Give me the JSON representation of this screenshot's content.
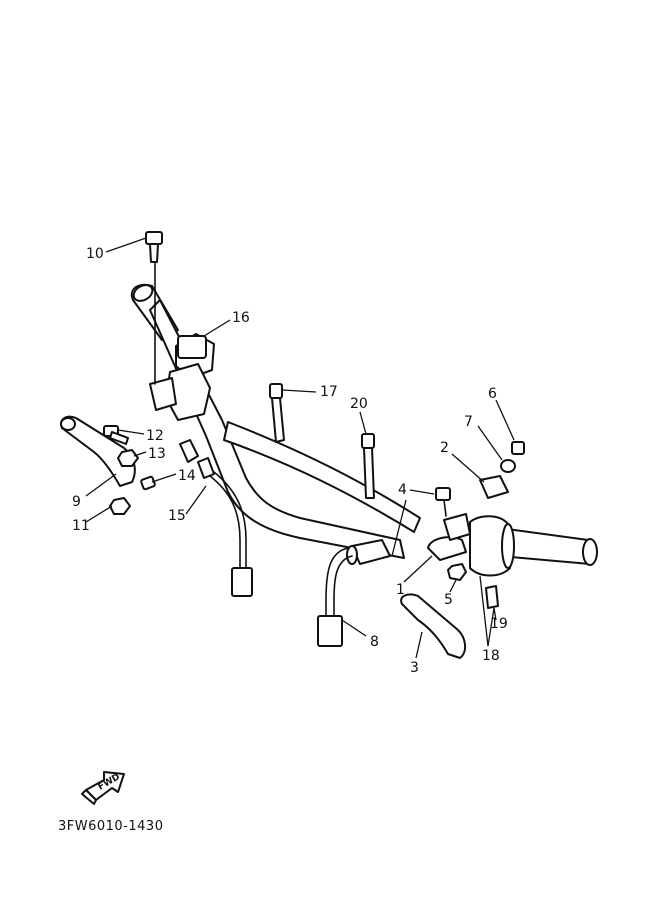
{
  "diagram_code": "3FW6010-1430",
  "fwd_label": "FWD",
  "callouts": {
    "c1": "1",
    "c2": "2",
    "c3": "3",
    "c4": "4",
    "c5": "5",
    "c6": "6",
    "c7": "7",
    "c8": "8",
    "c9": "9",
    "c10": "10",
    "c11": "11",
    "c12": "12",
    "c13": "13",
    "c14": "14",
    "c15": "15",
    "c16": "16",
    "c17": "17",
    "c18": "18",
    "c19": "19",
    "c20": "20"
  }
}
